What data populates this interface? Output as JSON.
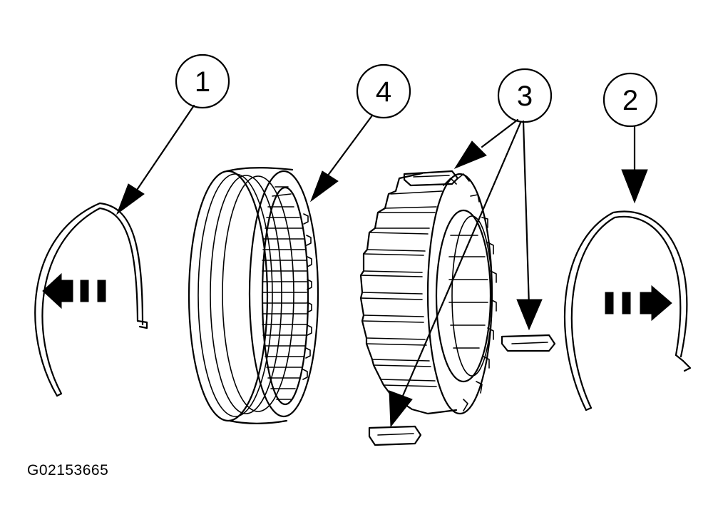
{
  "callouts": [
    {
      "id": "1",
      "label": "1"
    },
    {
      "id": "2",
      "label": "2"
    },
    {
      "id": "3",
      "label": "3"
    },
    {
      "id": "4",
      "label": "4"
    }
  ],
  "figure_id": "G02153665"
}
